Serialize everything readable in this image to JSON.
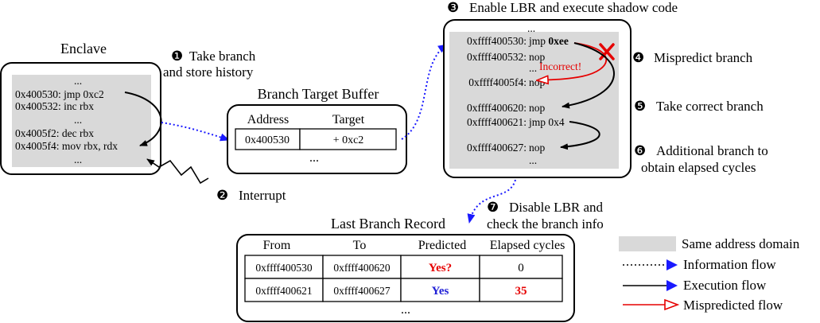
{
  "colors": {
    "shade": "#d9d9d9",
    "info_flow": "#1a1aff",
    "exec_flow": "#000000",
    "mispredict": "#e60000",
    "yes_blue": "#1f1fd6",
    "red_text": "#e60000"
  },
  "enclave": {
    "title": "Enclave",
    "lines": [
      {
        "text": "...",
        "kind": "dots"
      },
      {
        "text": "0x400530: jmp 0xc2"
      },
      {
        "text": "0x400532: inc rbx"
      },
      {
        "text": "...",
        "kind": "dots"
      },
      {
        "text": "0x4005f2: dec rbx"
      },
      {
        "text": "0x4005f4: mov rbx, rdx"
      },
      {
        "text": "...",
        "kind": "dots"
      }
    ]
  },
  "steps": {
    "s1": {
      "num": "❶",
      "line1": "Take branch",
      "line2": "and store history"
    },
    "s2": {
      "num": "❷",
      "label": "Interrupt"
    },
    "s3": {
      "num": "❸",
      "label": "Enable LBR and execute shadow code"
    },
    "s4": {
      "num": "❹",
      "label": "Mispredict branch"
    },
    "s5": {
      "num": "❺",
      "label": "Take correct branch"
    },
    "s6": {
      "num": "❻",
      "line1": "Additional branch to",
      "line2": "obtain elapsed cycles"
    },
    "s7": {
      "num": "❼",
      "line1": "Disable LBR and",
      "line2": "check the branch info"
    }
  },
  "btb": {
    "title": "Branch Target Buffer",
    "headers": [
      "Address",
      "Target"
    ],
    "row": [
      "0x400530",
      "+ 0xc2"
    ],
    "more": "..."
  },
  "shadow": {
    "top_dots": "...",
    "lines": [
      {
        "addr": "0xffff400530:",
        "instr": "jmp",
        "operand": "0xee"
      },
      {
        "addr": "0xffff400532:",
        "instr": "nop"
      },
      {
        "addr": "",
        "instr": "..."
      },
      {
        "addr": "0xffff4005f4:",
        "instr": "nop"
      },
      {
        "addr": "0xffff400620:",
        "instr": "nop"
      },
      {
        "addr": "0xffff400621:",
        "instr": "jmp 0x4"
      },
      {
        "addr": "0xffff400627:",
        "instr": "nop"
      },
      {
        "addr": "",
        "instr": "..."
      }
    ],
    "incorrect": "Incorrect!"
  },
  "lbr": {
    "title": "Last Branch Record",
    "headers": [
      "From",
      "To",
      "Predicted",
      "Elapsed cycles"
    ],
    "rows": [
      [
        "0xffff400530",
        "0xffff400620",
        "Yes?",
        "0"
      ],
      [
        "0xffff400621",
        "0xffff400627",
        "Yes",
        "35"
      ]
    ],
    "more": "..."
  },
  "legend": {
    "same_domain": "Same address domain",
    "info_flow": "Information flow",
    "exec_flow": "Execution flow",
    "mispredicted": "Mispredicted flow"
  }
}
